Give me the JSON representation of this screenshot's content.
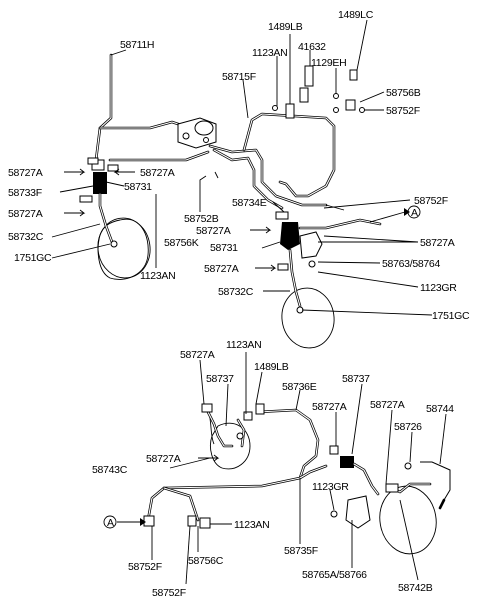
{
  "diagram": {
    "labels": {
      "l58711H": "58711H",
      "l1489LB_top": "1489LB",
      "l1489LC": "1489LC",
      "l1123AN_top": "1123AN",
      "l41632": "41632",
      "l1129EH": "1129EH",
      "l58715F": "58715F",
      "l58756B": "58756B",
      "l58752F_top": "58752F",
      "l58727A_l1": "58727A",
      "l58727A_l2": "58727A",
      "l58733F": "58733F",
      "l58731_l": "58731",
      "l58727A_l3": "58727A",
      "l58732C_l": "58732C",
      "l1751GC_l": "1751GC",
      "l58734E": "58734E",
      "l58752F_r": "58752F",
      "l58752B": "58752B",
      "l58756K": "58756K",
      "l58727A_m1": "58727A",
      "l58727A_r1": "58727A",
      "l58731_m": "58731",
      "l58727A_m2": "58727A",
      "l58763": "58763/58764",
      "l1123AN_mid": "1123AN",
      "l58732C_m": "58732C",
      "l1123GR_r": "1123GR",
      "l1751GC_r": "1751GC",
      "l1123AN_b": "1123AN",
      "l58727A_b1": "58727A",
      "l1489LB_b": "1489LB",
      "l58737_b1": "58737",
      "l58736E": "58736E",
      "l58737_b2": "58737",
      "l58727A_b2": "58727A",
      "l58727A_b3": "58727A",
      "l58744": "58744",
      "l58726": "58726",
      "l58727A_b4": "58727A",
      "l58743C": "58743C",
      "l1123GR_b": "1123GR",
      "l1123AN_b2": "1123AN",
      "l58735F": "58735F",
      "l58752F_b1": "58752F",
      "l58756C": "58756C",
      "l58765A": "58765A/58766",
      "l58752F_b2": "58752F",
      "l58742B": "58742B",
      "refA_top": "A",
      "refA_bot": "A"
    }
  }
}
